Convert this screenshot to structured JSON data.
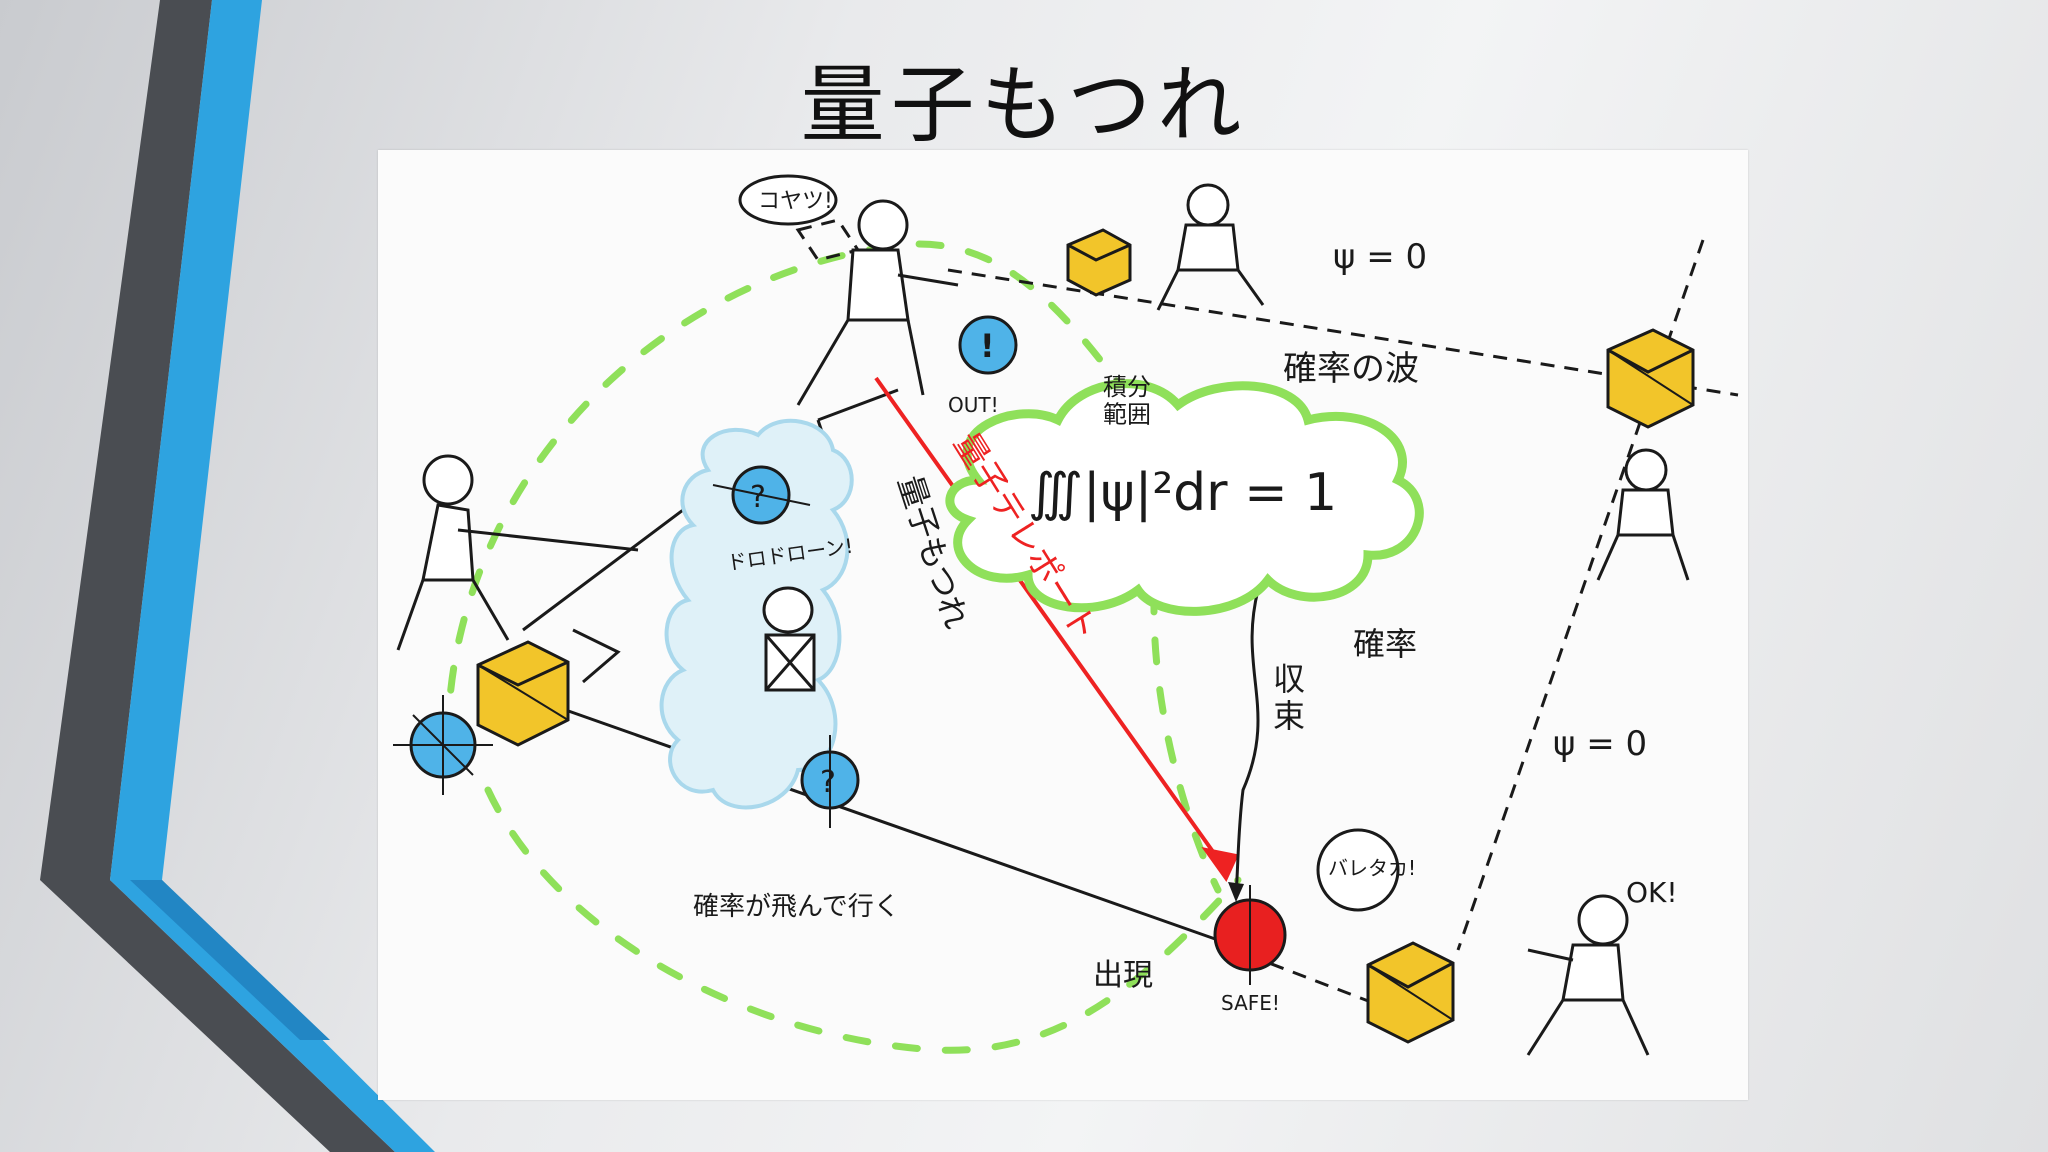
{
  "slide": {
    "title": "量子もつれ"
  },
  "colors": {
    "accent_blue": "#2ea3e0",
    "accent_dark": "#4a4d52",
    "dash_green": "#8fe05a",
    "cube_yellow": "#f2c52a",
    "sphere_blue": "#4fb3e8",
    "sphere_red": "#e82020",
    "teleport_red": "#ee2222"
  },
  "diagram": {
    "speech_left": "コヤツ!",
    "out_label": "OUT!",
    "psi_top": "ψ = 0",
    "psi_right": "ψ = 0",
    "wave_label": "確率の波",
    "integral_range": "積分\n範囲",
    "formula": "∭|ψ|²dr = 1",
    "prob_label": "確率",
    "converge": "収\n束",
    "teleport": "量子テレポート",
    "entangle": "量子もつれ",
    "dorodoron": "ドロドローン!",
    "prob_flying": "確率が飛んで行く",
    "appear": "出現",
    "safe_label": "SAFE!",
    "busted": "バレタカ!",
    "ok": "OK!",
    "question": "?",
    "exclaim": "!"
  }
}
